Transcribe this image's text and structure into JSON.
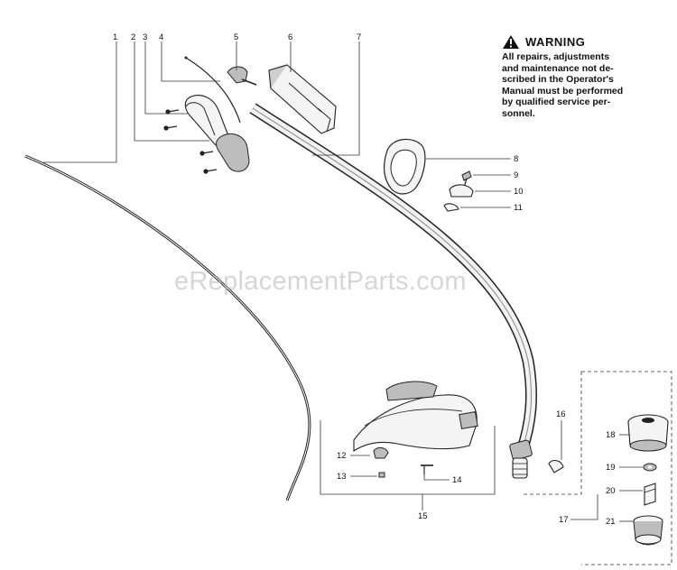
{
  "warning": {
    "title": "WARNING",
    "lines": [
      "All repairs, adjustments",
      "and maintenance not de-",
      "scribed in the Operator's",
      "Manual must be performed",
      "by qualified service per-",
      "sonnel."
    ]
  },
  "watermark": "eReplacementParts.com",
  "callouts": {
    "c1": "1",
    "c2": "2",
    "c3": "3",
    "c4": "4",
    "c5": "5",
    "c6": "6",
    "c7": "7",
    "c8": "8",
    "c9": "9",
    "c10": "10",
    "c11": "11",
    "c12": "12",
    "c13": "13",
    "c14": "14",
    "c15": "15",
    "c16": "16",
    "c17": "17",
    "c18": "18",
    "c19": "19",
    "c20": "20",
    "c21": "21"
  }
}
